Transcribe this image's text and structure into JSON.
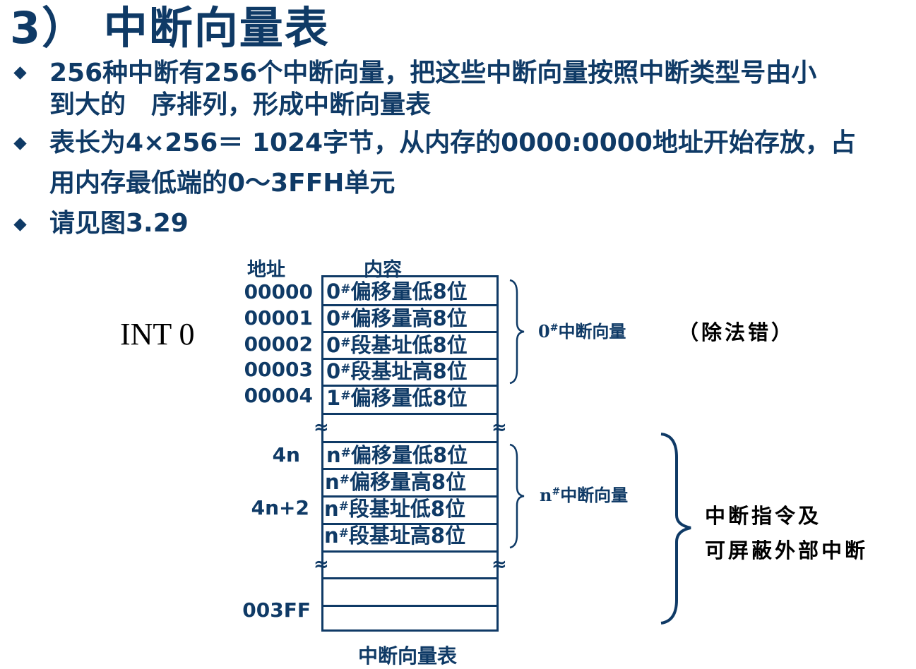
{
  "slide": {
    "title": "3） 中断向量表",
    "bullets": [
      {
        "lines": [
          "256种中断有256个中断向量，把这些中断向量按照中断类型号由小",
          "到大的　序排列，形成中断向量表"
        ]
      },
      {
        "lines": [
          "表长为4×256＝ 1024字节，从内存的0000:0000地址开始存放，占",
          "用内存最低端的0～3FFH单元"
        ]
      },
      {
        "lines": [
          "请见图3.29"
        ]
      }
    ]
  },
  "diagram": {
    "headers": {
      "address": "地址",
      "content": "内容"
    },
    "int_label": "INT 0",
    "addresses": [
      "00000",
      "00001",
      "00002",
      "00003",
      "00004",
      "4n",
      "4n+2",
      "003FF"
    ],
    "rows": [
      {
        "prefix": "0",
        "sup": "#",
        "text": "偏移量低8位"
      },
      {
        "prefix": "0",
        "sup": "#",
        "text": "偏移量高8位"
      },
      {
        "prefix": "0",
        "sup": "#",
        "text": "段基址低8位"
      },
      {
        "prefix": "0",
        "sup": "#",
        "text": "段基址高8位"
      },
      {
        "prefix": "1",
        "sup": "#",
        "text": "偏移量低8位"
      },
      {
        "prefix": "",
        "sup": "",
        "text": ""
      },
      {
        "prefix": "n",
        "sup": "#",
        "text": "偏移量低8位"
      },
      {
        "prefix": "n",
        "sup": "#",
        "text": "偏移量高8位"
      },
      {
        "prefix": "n",
        "sup": "#",
        "text": "段基址低8位"
      },
      {
        "prefix": "n",
        "sup": "#",
        "text": "段基址高8位"
      },
      {
        "prefix": "",
        "sup": "",
        "text": ""
      },
      {
        "prefix": "",
        "sup": "",
        "text": ""
      },
      {
        "prefix": "",
        "sup": "",
        "text": ""
      }
    ],
    "break_symbol": "≈",
    "vector0_label": {
      "prefix": "0",
      "sup": "#",
      "text": "中断向量"
    },
    "vector0_note": "（除法错）",
    "vectorn_label": {
      "prefix": "n",
      "sup": "#",
      "text": "中断向量"
    },
    "right_note": [
      "中断指令及",
      "可屏蔽外部中断"
    ],
    "caption": "中断向量表"
  },
  "colors": {
    "primary": "#0f3a66",
    "note": "#000000",
    "background": "#ffffff"
  }
}
